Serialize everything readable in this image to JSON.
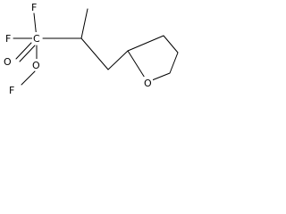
{
  "molecule": {
    "atoms": {
      "fluorine_top": "F",
      "fluorine_left": "F",
      "carbon_center": "C",
      "oxygen_double": "O",
      "oxygen_single": "O",
      "fluorine_bottom": "F",
      "oxygen_ring": "O"
    },
    "colors": {
      "bond": "#000000",
      "label": "#000000",
      "background": "#ffffff"
    }
  }
}
